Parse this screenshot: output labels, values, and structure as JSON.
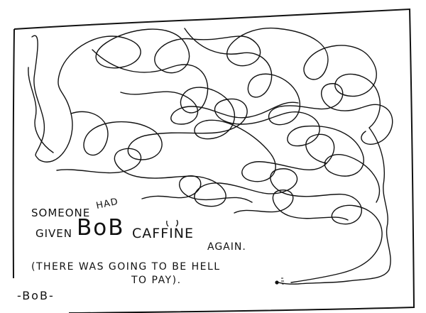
{
  "caption": {
    "line1": "SOMEONE",
    "line1_had": "HAD",
    "given": "GIVEN",
    "name": "BoB",
    "caffine": "CAFFINE",
    "again": "AGAIN.",
    "line3": "(THERE WAS GOING TO BE HELL",
    "line4": "TO PAY)."
  },
  "signature": "-BoB-",
  "colors": {
    "ink": "#111111",
    "paper": "#ffffff"
  }
}
